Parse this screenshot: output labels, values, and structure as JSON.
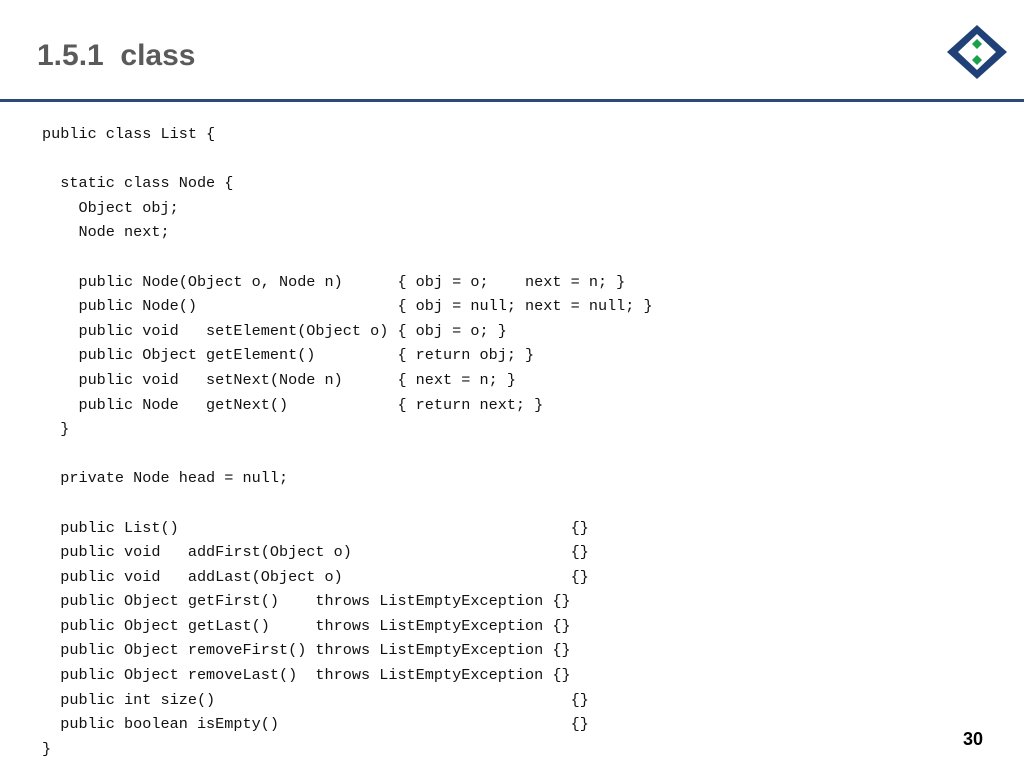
{
  "slide": {
    "title": "1.5.1  class",
    "page_number": "30",
    "colors": {
      "title": "#5a5a5a",
      "rule": "#2b4a7a",
      "logo_navy": "#1f4178",
      "logo_green": "#1aa04a"
    }
  },
  "code": {
    "lines": [
      "public class List {",
      "",
      "  static class Node {",
      "    Object obj;",
      "    Node next;",
      "",
      "    public Node(Object o, Node n)      { obj = o;    next = n; }",
      "    public Node()                      { obj = null; next = null; }",
      "    public void   setElement(Object o) { obj = o; }",
      "    public Object getElement()         { return obj; }",
      "    public void   setNext(Node n)      { next = n; }",
      "    public Node   getNext()            { return next; }",
      "  }",
      "",
      "  private Node head = null;",
      "",
      "  public List()                                           {}",
      "  public void   addFirst(Object o)                        {}",
      "  public void   addLast(Object o)                         {}",
      "  public Object getFirst()    throws ListEmptyException {}",
      "  public Object getLast()     throws ListEmptyException {}",
      "  public Object removeFirst() throws ListEmptyException {}",
      "  public Object removeLast()  throws ListEmptyException {}",
      "  public int size()                                       {}",
      "  public boolean isEmpty()                                {}",
      "}"
    ]
  },
  "logo": {
    "icon": "diamond-logo-icon"
  }
}
